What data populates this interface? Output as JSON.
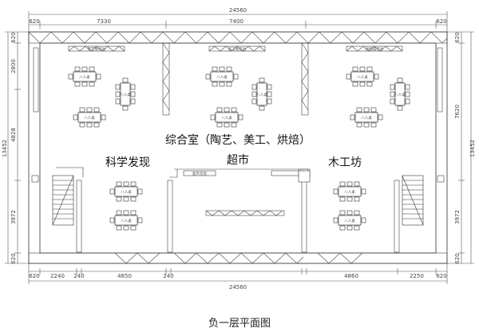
{
  "dimensions": {
    "top_total": "24560",
    "top_segments": [
      "620",
      "7330",
      "7400",
      "620"
    ],
    "bottom_segments": [
      "620",
      "2240",
      "240",
      "4850",
      "240",
      "4860",
      "2250",
      "620"
    ],
    "bottom_total": "24560",
    "left": [
      "620",
      "2800",
      "4828",
      "3972",
      "620"
    ],
    "left_total": "13452",
    "right": [
      "620",
      "7620",
      "3972",
      "620"
    ],
    "right_total": "13452"
  },
  "rooms": {
    "main": "综合室（陶艺、美工、烘焙）",
    "science": "科学发现",
    "supermarket": "超市",
    "woodwork": "木工坊"
  },
  "counters": [
    "陶艺制作台",
    "美工制作台",
    "烘焙操作台"
  ],
  "table_label": "八人桌",
  "supermarket_shelf_label": "超市货架",
  "caption": "负一层平面图"
}
